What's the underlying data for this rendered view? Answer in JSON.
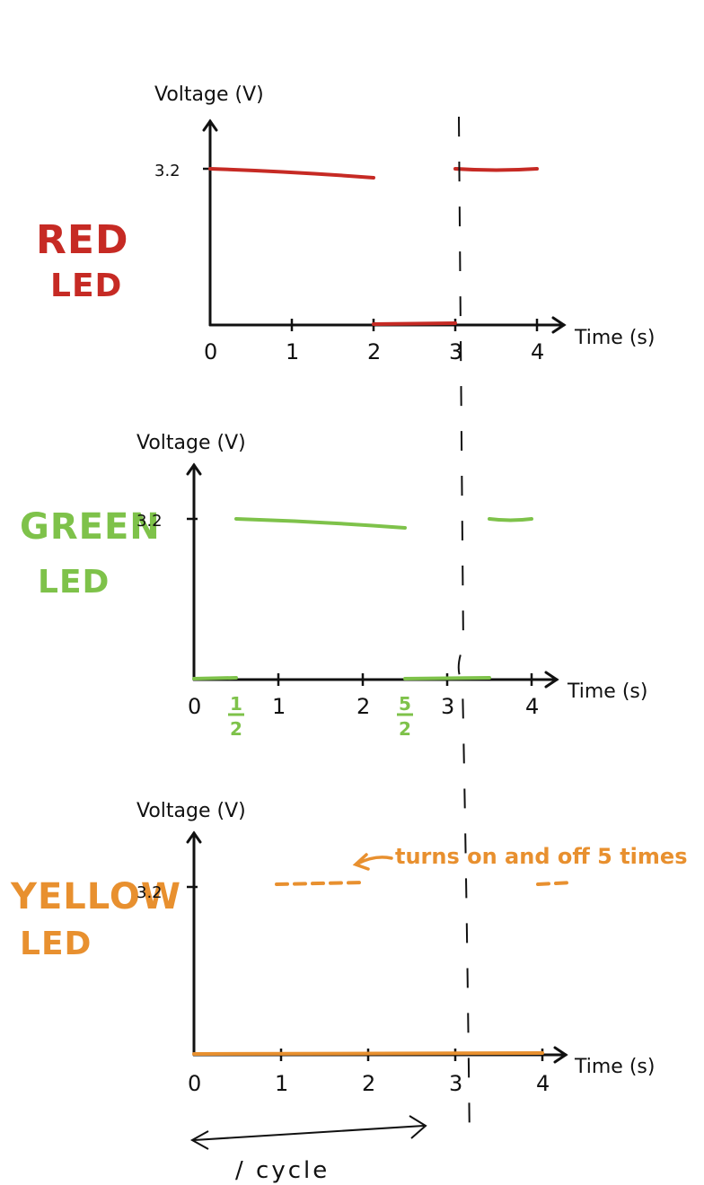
{
  "chart_data": [
    {
      "type": "line",
      "name_label": "RED\nLED",
      "ylabel": "Voltage (V)",
      "xlabel": "Time (s)",
      "xticks": [
        "0",
        "1",
        "2",
        "3",
        "4"
      ],
      "ytick": "3.2",
      "color": "#c62a24",
      "high_segments": [
        [
          0,
          2
        ],
        [
          3,
          4
        ]
      ],
      "low_segments": [
        [
          2,
          3
        ]
      ]
    },
    {
      "type": "line",
      "name_label": "GREEN\nLED",
      "ylabel": "Voltage (V)",
      "xlabel": "Time (s)",
      "xticks": [
        "0",
        "1",
        "2",
        "3",
        "4"
      ],
      "extra_ticks": [
        {
          "num": "1",
          "den": "2",
          "x": 0.5
        },
        {
          "num": "5",
          "den": "2",
          "x": 2.5
        }
      ],
      "ytick": "3.2",
      "color": "#7ec24a",
      "high_segments": [
        [
          0.5,
          2.5
        ],
        [
          3.5,
          4
        ]
      ],
      "low_segments": [
        [
          0,
          0.5
        ],
        [
          2.5,
          3.5
        ]
      ]
    },
    {
      "type": "line",
      "name_label": "YELLOW\nLED",
      "ylabel": "Voltage (V)",
      "xlabel": "Time (s)",
      "xticks": [
        "0",
        "1",
        "2",
        "3",
        "4"
      ],
      "ytick": "3.2",
      "color": "#e8902f",
      "high_dashes": [
        [
          1,
          2
        ],
        [
          4,
          4.4
        ]
      ],
      "low_segments": [
        [
          0,
          4
        ]
      ],
      "annotation": "turns on and off 5 times"
    }
  ],
  "cycle_label": "/ cycle",
  "colors": {
    "ink": "#111111"
  }
}
